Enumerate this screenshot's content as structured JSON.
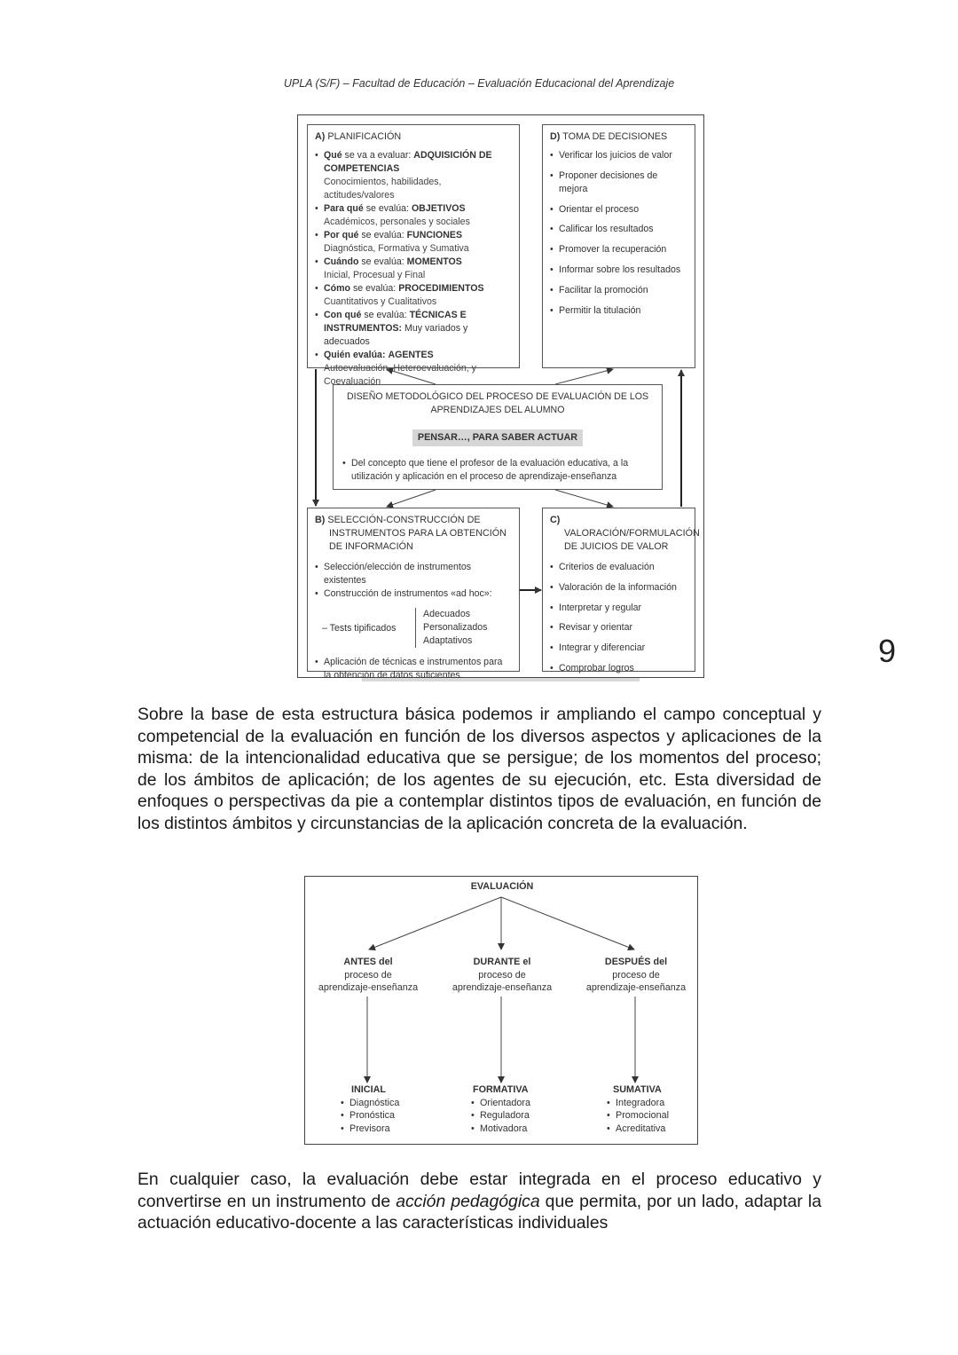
{
  "header": "UPLA (S/F) – Facultad de Educación – Evaluación Educacional del Aprendizaje",
  "page_number": "9",
  "figure1": {
    "box_a": {
      "letter": "A)",
      "title": "PLANIFICACIÓN",
      "items": [
        {
          "q": "Qué",
          "pre": " se va a evaluar: ",
          "key": "ADQUISICIÓN DE COMPETENCIAS",
          "sub": "Conocimientos, habilidades, actitudes/valores"
        },
        {
          "q": "Para qué",
          "pre": " se evalúa: ",
          "key": "OBJETIVOS",
          "sub": "Académicos, personales y sociales"
        },
        {
          "q": "Por qué",
          "pre": " se evalúa: ",
          "key": "FUNCIONES",
          "sub": "Diagnóstica, Formativa y Sumativa"
        },
        {
          "q": "Cuándo",
          "pre": " se evalúa: ",
          "key": "MOMENTOS",
          "sub": "Inicial, Procesual y Final"
        },
        {
          "q": "Cómo",
          "pre": " se evalúa: ",
          "key": "PROCEDIMIENTOS",
          "sub": "Cuantitativos y Cualitativos"
        },
        {
          "q": "Con qué",
          "pre": " se evalúa: ",
          "key": "TÉCNICAS E INSTRUMENTOS:",
          "sub": "Muy variados y adecuados"
        },
        {
          "q": "Quién evalúa:",
          "pre": " ",
          "key": "AGENTES",
          "sub": "Autoevaluación, Heteroevaluación, y Coevaluación"
        }
      ]
    },
    "box_d": {
      "letter": "D)",
      "title": "TOMA DE DECISIONES",
      "items": [
        "Verificar los juicios de valor",
        "Proponer decisiones de mejora",
        "Orientar el proceso",
        "Calificar los resultados",
        "Promover la recuperación",
        "Informar sobre los resultados",
        "Facilitar la promoción",
        "Permitir la titulación"
      ]
    },
    "center": {
      "title": "DISEÑO METODOLÓGICO DEL PROCESO DE EVALUACIÓN DE LOS APRENDIZAJES DEL ALUMNO",
      "slogan": "PENSAR…, PARA SABER ACTUAR",
      "bullet": "Del concepto que tiene el profesor de la evaluación educativa, a la utilización y aplicación en el proceso de aprendizaje-enseñanza"
    },
    "box_b": {
      "letter": "B)",
      "title": "SELECCIÓN-CONSTRUCCIÓN DE INSTRUMENTOS PARA LA OBTENCIÓN DE INFORMACIÓN",
      "items": [
        "Selección/elección de instrumentos existentes",
        "Construcción de instrumentos «ad hoc»:"
      ],
      "tests_label": "– Tests tipificados",
      "tests_options": [
        "Adecuados",
        "Personalizados",
        "Adaptativos"
      ],
      "last_item": "Aplicación de técnicas e instrumentos para la obtención de datos suficientes."
    },
    "box_c": {
      "letter": "C)",
      "title": "VALORACIÓN/FORMULACIÓN DE JUICIOS DE VALOR",
      "items": [
        "Criterios de evaluación",
        "Valoración de la información",
        "Interpretar y regular",
        "Revisar y orientar",
        "Integrar y diferenciar",
        "Comprobar logros"
      ]
    }
  },
  "paragraph1": "Sobre la base de esta estructura básica podemos ir ampliando el campo conceptual y competencial de la evaluación en función de los diversos aspectos y aplicaciones de la misma: de la intencionalidad educativa que se persigue; de los momentos del proceso; de los ámbitos de aplicación; de los agentes de su ejecución, etc. Esta diversidad de enfoques o perspectivas da pie a contemplar distintos tipos de evaluación, en función de los distintos ámbitos y circunstancias de la aplicación concreta de la evaluación.",
  "figure2": {
    "root": "EVALUACIÓN",
    "moments": [
      {
        "bold": "ANTES del",
        "line2": "proceso de",
        "line3": "aprendizaje-enseñanza"
      },
      {
        "bold": "DURANTE el",
        "line2": "proceso de",
        "line3": "aprendizaje-enseñanza"
      },
      {
        "bold": "DESPUÉS del",
        "line2": "proceso de",
        "line3": "aprendizaje-enseñanza"
      }
    ],
    "types": [
      {
        "title": "INICIAL",
        "items": [
          "Diagnóstica",
          "Pronóstica",
          "Previsora"
        ]
      },
      {
        "title": "FORMATIVA",
        "items": [
          "Orientadora",
          "Reguladora",
          "Motivadora"
        ]
      },
      {
        "title": "SUMATIVA",
        "items": [
          "Integradora",
          "Promocional",
          "Acreditativa"
        ]
      }
    ]
  },
  "paragraph2": {
    "before": "En cualquier caso, la evaluación debe estar integrada en el proceso educativo y convertirse en un instrumento de ",
    "italic": "acción pedagógica",
    "after": " que permita, por un lado, adaptar la actuación educativo-docente a las características individuales"
  }
}
